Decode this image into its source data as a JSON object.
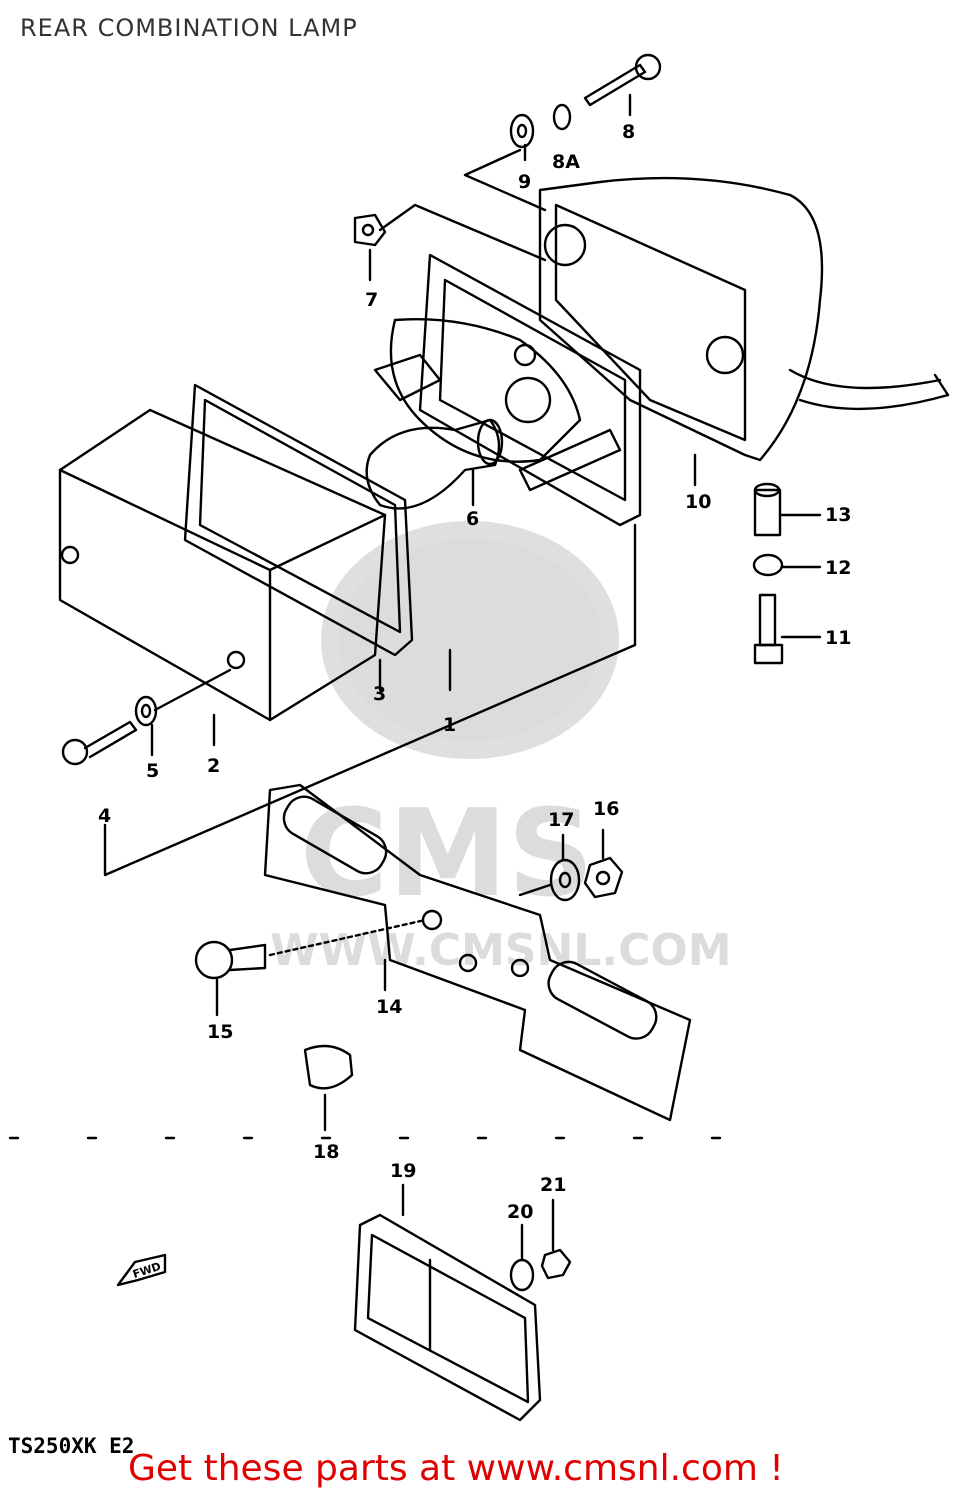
{
  "page_title": "REAR COMBINATION LAMP",
  "model_code": "TS250XK E2",
  "call_to_action": "Get these parts at www.cmsnl.com !",
  "watermark": {
    "logo": "CMS",
    "url": "WWW.CMSNL.COM"
  },
  "fwd_marker": "FWD",
  "parts": [
    {
      "id": "p1",
      "label": "1"
    },
    {
      "id": "p2",
      "label": "2"
    },
    {
      "id": "p3",
      "label": "3"
    },
    {
      "id": "p4",
      "label": "4"
    },
    {
      "id": "p5",
      "label": "5"
    },
    {
      "id": "p6",
      "label": "6"
    },
    {
      "id": "p7",
      "label": "7"
    },
    {
      "id": "p8",
      "label": "8"
    },
    {
      "id": "p8a",
      "label": "8A"
    },
    {
      "id": "p9",
      "label": "9"
    },
    {
      "id": "p10",
      "label": "10"
    },
    {
      "id": "p11",
      "label": "11"
    },
    {
      "id": "p12",
      "label": "12"
    },
    {
      "id": "p13",
      "label": "13"
    },
    {
      "id": "p14",
      "label": "14"
    },
    {
      "id": "p15",
      "label": "15"
    },
    {
      "id": "p16",
      "label": "16"
    },
    {
      "id": "p17",
      "label": "17"
    },
    {
      "id": "p18",
      "label": "18"
    },
    {
      "id": "p19",
      "label": "19"
    },
    {
      "id": "p20",
      "label": "20"
    },
    {
      "id": "p21",
      "label": "21"
    }
  ],
  "colors": {
    "cta": "#e00000",
    "line": "#000000",
    "watermark": "#d9d9d9"
  }
}
